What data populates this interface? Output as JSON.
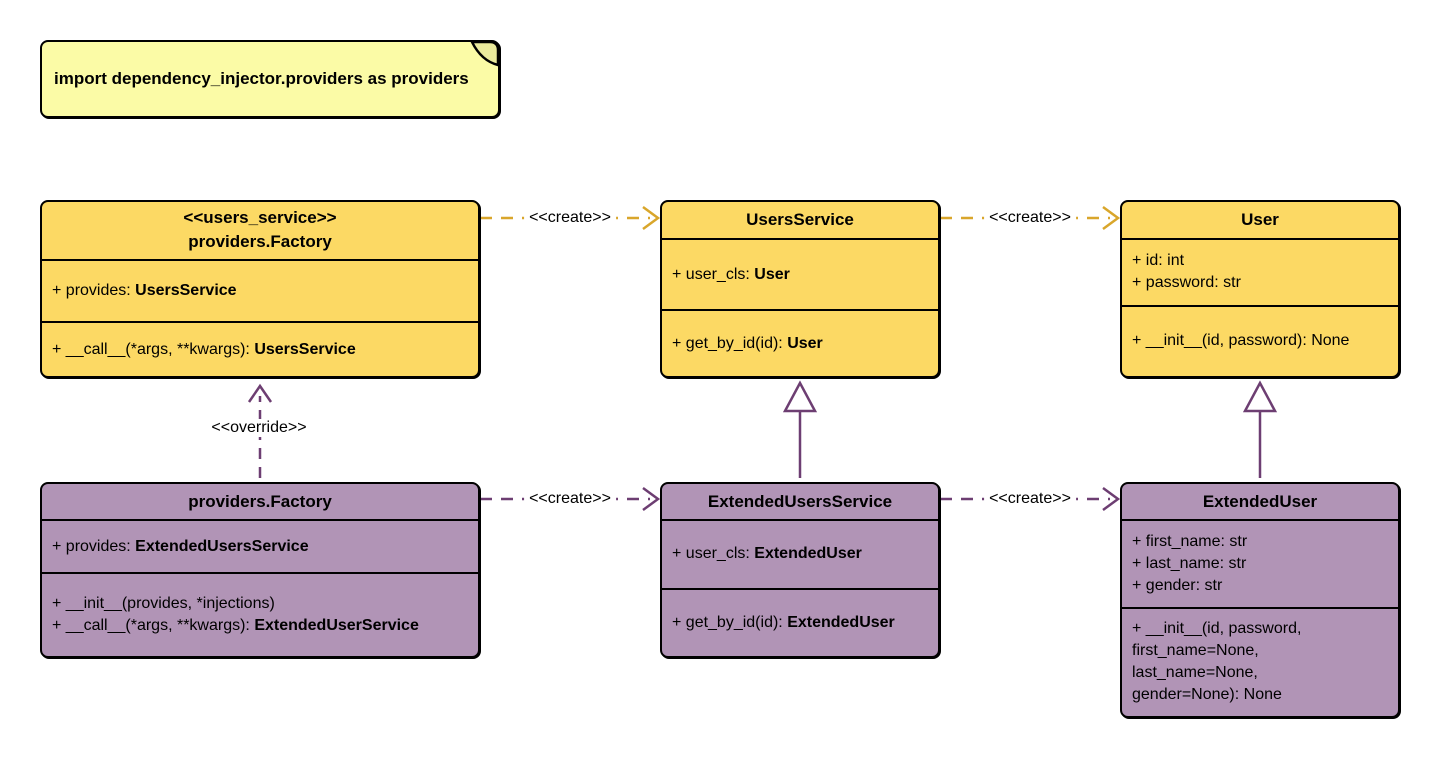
{
  "note": {
    "text": "import dependency_injector.providers as providers"
  },
  "colors": {
    "yellow_fill": "#FCD964",
    "purple_fill": "#B194B6",
    "yellow_edge": "#D9A62B",
    "purple_edge": "#6D3E72",
    "note_fill": "#FBFBA6",
    "note_fold": "#EAEA9C",
    "border": "#000000"
  },
  "labels": {
    "create": "<<create>>",
    "override": "<<override>>"
  },
  "classes": {
    "factory_users": {
      "stereotype": "<<users_service>>",
      "name": "providers.Factory",
      "attrs": [
        {
          "text": "+ provides: ",
          "bold": "UsersService"
        }
      ],
      "ops": [
        {
          "text": "+ __call__(*args, **kwargs): ",
          "bold": "UsersService"
        }
      ]
    },
    "users_service": {
      "name": "UsersService",
      "attrs": [
        {
          "text": "+ user_cls: ",
          "bold": "User"
        }
      ],
      "ops": [
        {
          "text": "+ get_by_id(id): ",
          "bold": "User"
        }
      ]
    },
    "user": {
      "name": "User",
      "attrs": [
        {
          "text": "+ id: int",
          "bold": ""
        },
        {
          "text": "+ password: str",
          "bold": ""
        }
      ],
      "ops": [
        {
          "text": "+ __init__(id, password): None",
          "bold": ""
        }
      ]
    },
    "factory_extended": {
      "name": "providers.Factory",
      "attrs": [
        {
          "text": "+ provides: ",
          "bold": "ExtendedUsersService"
        }
      ],
      "ops": [
        {
          "text": "+ __init__(provides, *injections)",
          "bold": ""
        },
        {
          "text": "+ __call__(*args, **kwargs): ",
          "bold": "ExtendedUserService"
        }
      ]
    },
    "extended_users_service": {
      "name": "ExtendedUsersService",
      "attrs": [
        {
          "text": "+ user_cls: ",
          "bold": "ExtendedUser"
        }
      ],
      "ops": [
        {
          "text": "+ get_by_id(id): ",
          "bold": "ExtendedUser"
        }
      ]
    },
    "extended_user": {
      "name": "ExtendedUser",
      "attrs": [
        {
          "text": "+ first_name: str",
          "bold": ""
        },
        {
          "text": "+ last_name: str",
          "bold": ""
        },
        {
          "text": "+ gender: str",
          "bold": ""
        }
      ],
      "ops": [
        {
          "text": "+ __init__(id, password,",
          "bold": ""
        },
        {
          "text": "first_name=None,",
          "bold": ""
        },
        {
          "text": "last_name=None,",
          "bold": ""
        },
        {
          "text": "gender=None): None",
          "bold": ""
        }
      ]
    }
  }
}
